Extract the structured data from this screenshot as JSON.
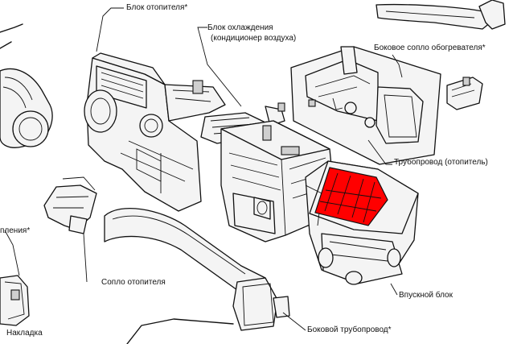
{
  "highlight_color": "#ff0000",
  "labels": {
    "heater_unit": "Блок отопителя*",
    "cooling_unit_1": "Блок охлаждения",
    "cooling_unit_2": "(кондиционер воздуха)",
    "side_heater_nozzle": "Боковое сопло обогревателя*",
    "heater_duct": "Трубопровод (отопитель)",
    "heater_nozzle_left": "пления*",
    "heater_nozzle": "Сопло отопителя",
    "intake_unit": "Впускной блок",
    "side_duct": "Боковой трубопровод*",
    "cover": "Накладка"
  }
}
